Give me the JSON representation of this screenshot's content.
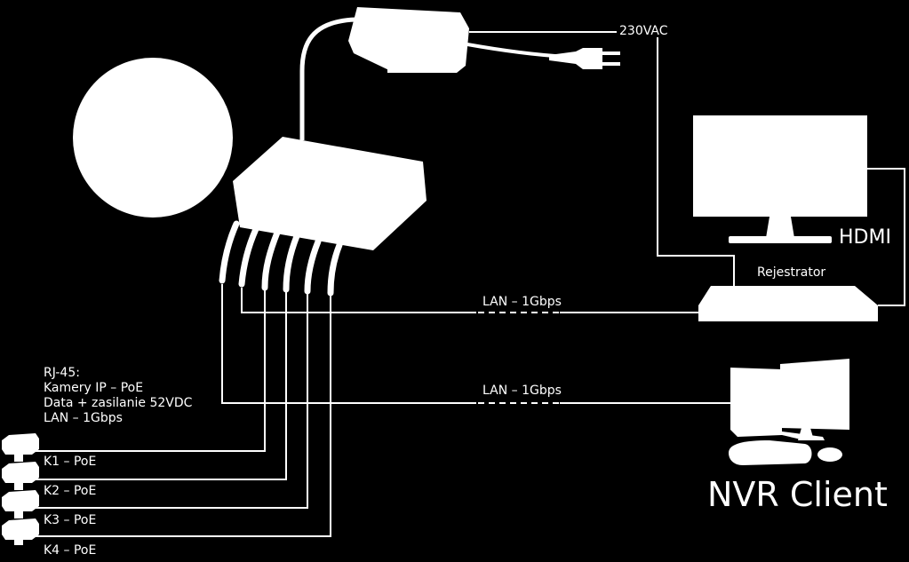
{
  "power_label": "230VAC",
  "hdmi_label": "HDMI",
  "recorder_label": "Rejestrator",
  "lan_label_top": "LAN – 1Gbps",
  "lan_label_bottom": "LAN – 1Gbps",
  "rj45_lines": [
    "RJ-45:",
    "Kamery IP – PoE",
    "Data + zasilanie 52VDC",
    "LAN – 1Gbps"
  ],
  "cameras": [
    {
      "label": "K1 – PoE"
    },
    {
      "label": "K2 – PoE"
    },
    {
      "label": "K3 – PoE"
    },
    {
      "label": "K4 – PoE"
    }
  ],
  "client_label": "NVR Client",
  "colors": {
    "background": "#000000",
    "foreground": "#ffffff"
  }
}
